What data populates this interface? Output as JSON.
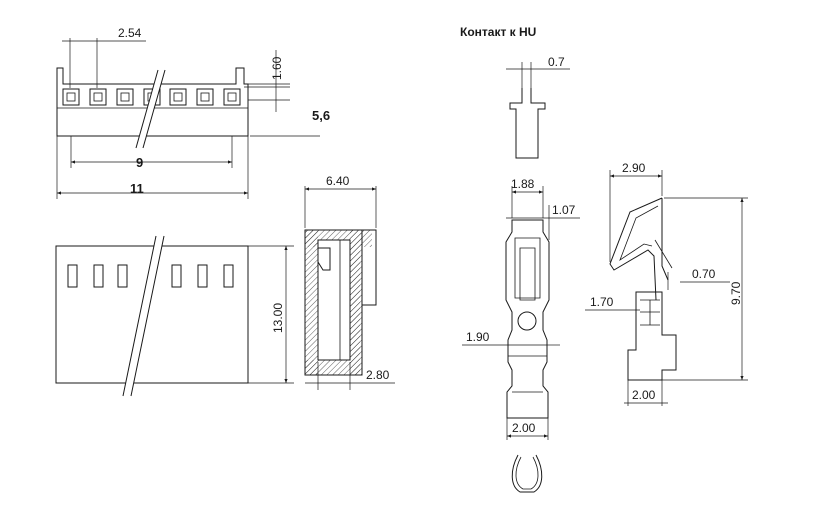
{
  "title": "Контакт к HU",
  "dims": {
    "pitch": "2.54",
    "lock_h": "1.60",
    "height": "5,6",
    "span_inner": "9",
    "span_outer": "11",
    "depth": "6.40",
    "body_h": "13.00",
    "wall": "2.80",
    "pin_w": "0.7",
    "head_w": "1.88",
    "tip_w": "1.07",
    "crimp_w": "1.90",
    "base_w": "2.00",
    "side_top": "2.90",
    "side_gap": "0.70",
    "side_lance": "1.70",
    "side_h": "9.70",
    "side_base": "2.00"
  }
}
